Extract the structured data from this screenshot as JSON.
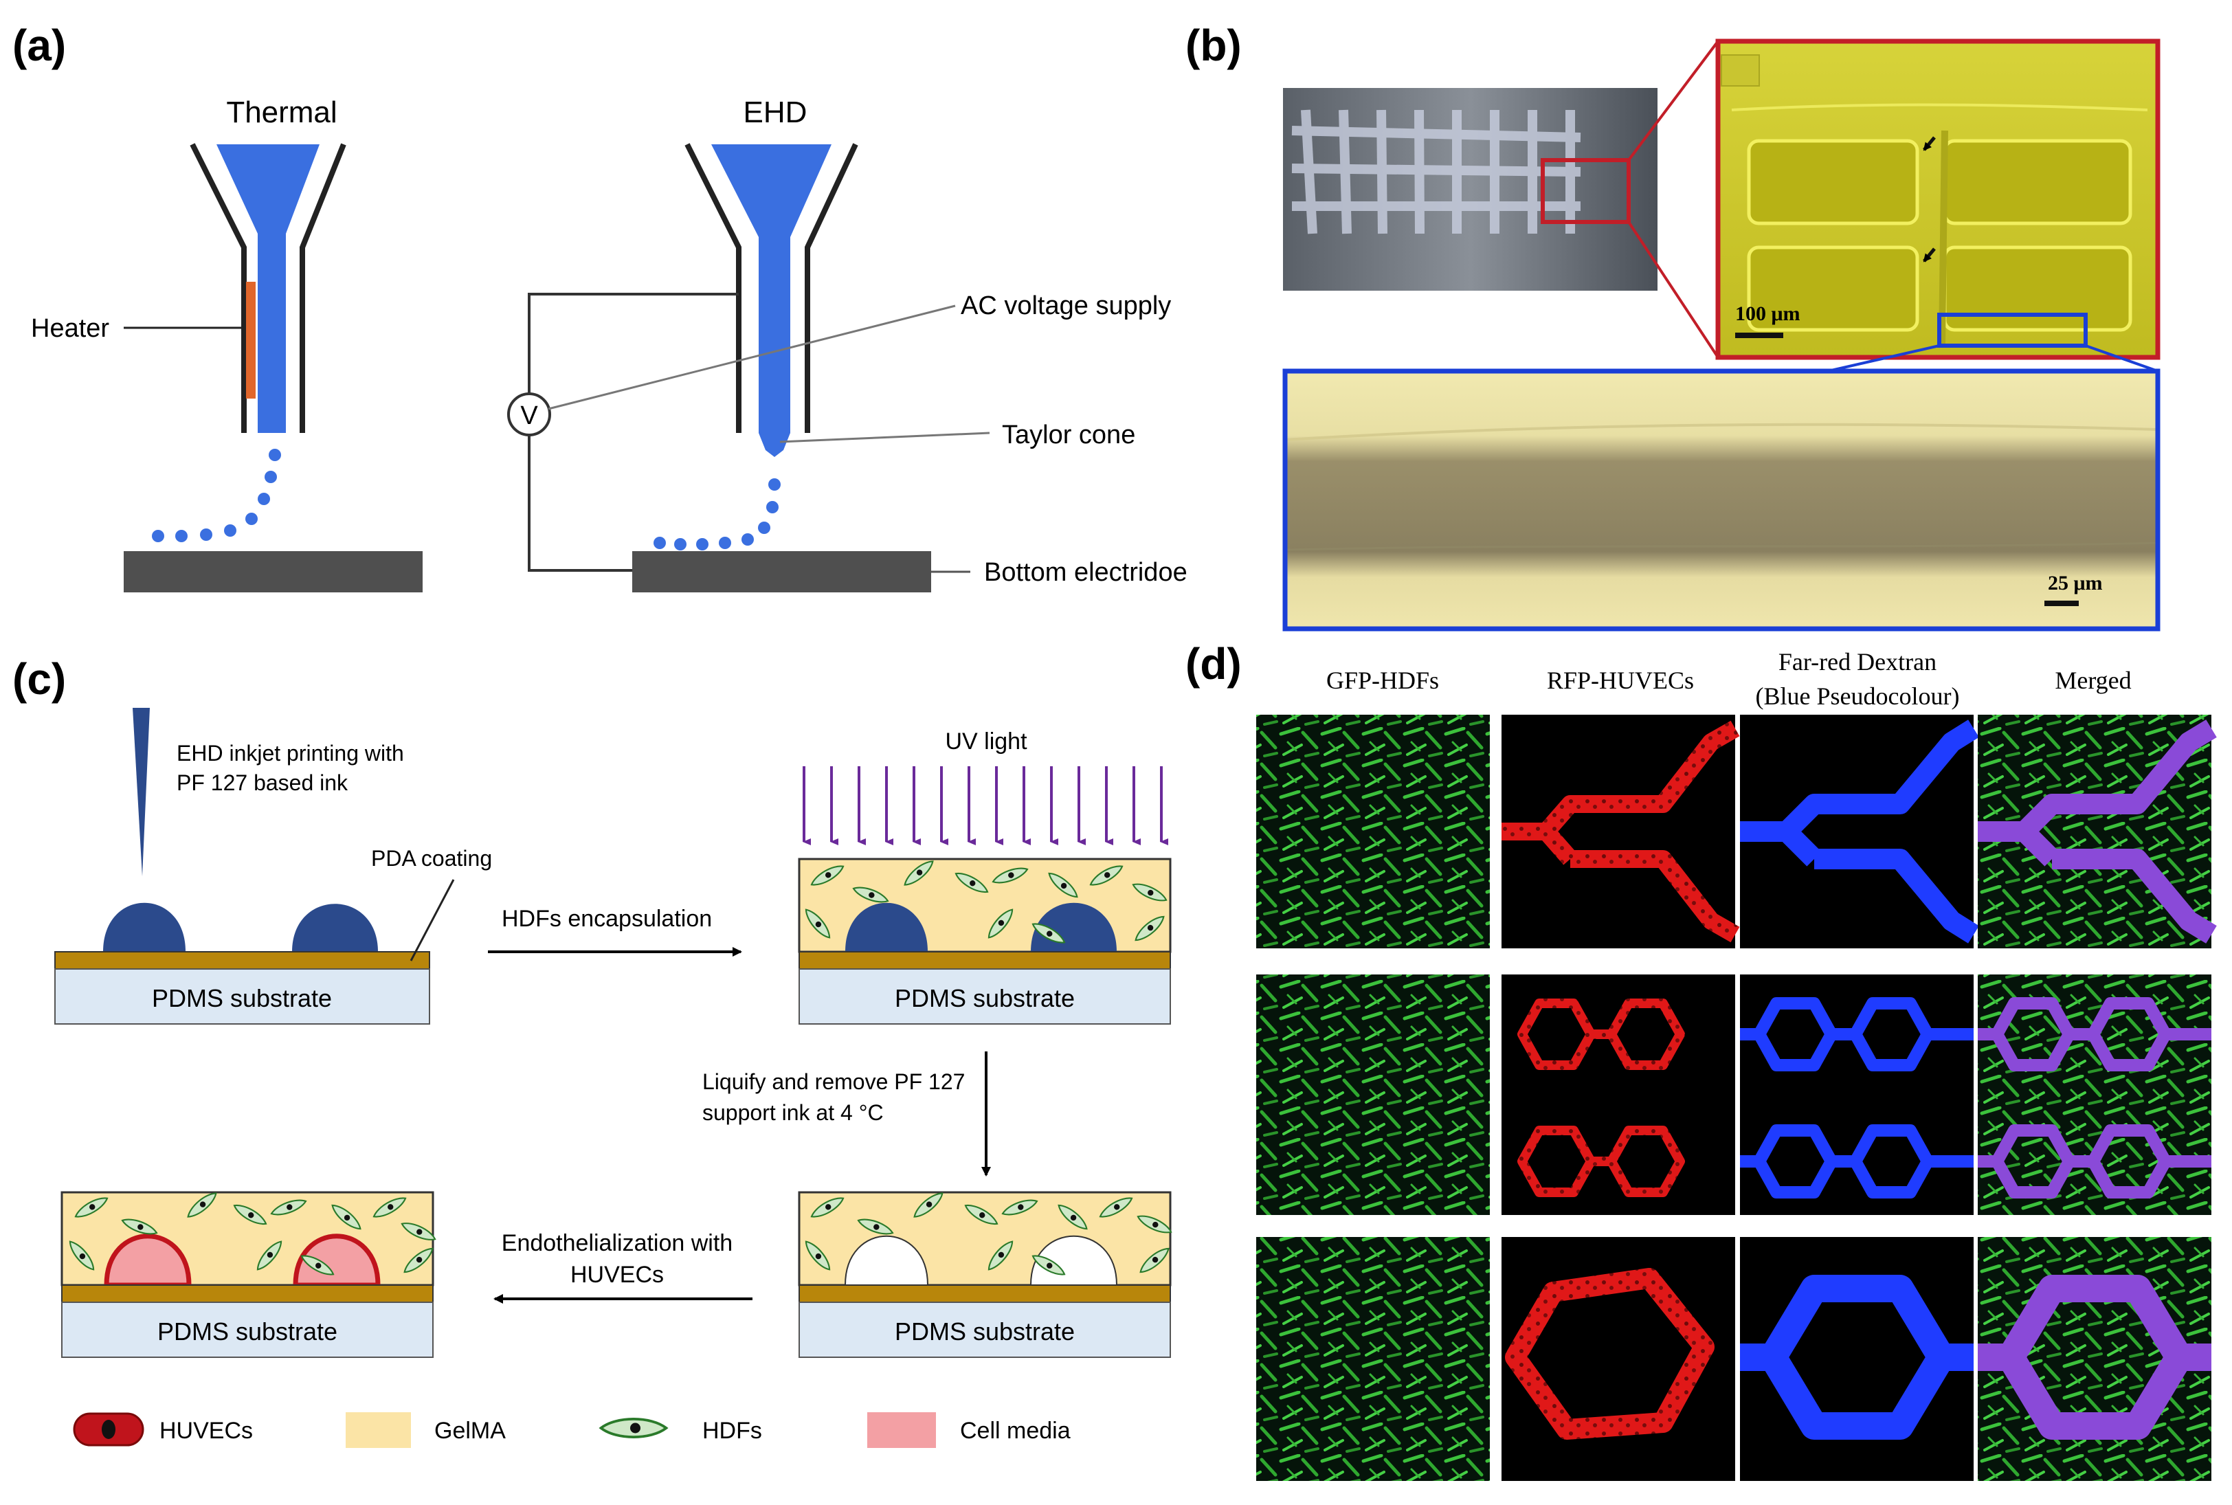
{
  "panels": {
    "a": {
      "label": "(a)",
      "thermal_title": "Thermal",
      "ehd_title": "EHD",
      "heater": "Heater",
      "voltmeter": "V",
      "ac_supply": "AC voltage supply",
      "taylor_cone": "Taylor cone",
      "bottom_electrode": "Bottom electridoe"
    },
    "b": {
      "label": "(b)",
      "scale_top": "100 μm",
      "scale_bottom": "25 μm"
    },
    "c": {
      "label": "(c)",
      "ehd_line1": "EHD inkjet printing with",
      "ehd_line2": "PF 127 based ink",
      "pda": "PDA coating",
      "uv": "UV light",
      "hdf_encap": "HDFs encapsulation",
      "liquify_line1": "Liquify and remove PF 127",
      "liquify_line2": "support ink at 4 °C",
      "endo_line1": "Endothelialization with",
      "endo_line2": "HUVECs",
      "substrate": "PDMS substrate",
      "legend": {
        "huvecs": "HUVECs",
        "gelma": "GelMA",
        "hdfs": "HDFs",
        "media": "Cell media"
      }
    },
    "d": {
      "label": "(d)",
      "col1": "GFP-HDFs",
      "col2": "RFP-HUVECs",
      "col3_line1": "Far-red  Dextran",
      "col3_line2": "(Blue Pseudocolour)",
      "col4": "Merged"
    }
  },
  "colors": {
    "ink_blue": "#3a6fe0",
    "heater": "#e0662b",
    "substrate": "#dce8f4",
    "pda": "#b8860b",
    "gelma": "#fbe4a6",
    "huvec_red": "#c0141c",
    "cell_media": "#f3a0a4",
    "hdf_green": "#2f9e2f",
    "micrograph_yellow": "#c4c21e",
    "frame_red": "#c21e28",
    "frame_blue": "#1a3fd6"
  }
}
